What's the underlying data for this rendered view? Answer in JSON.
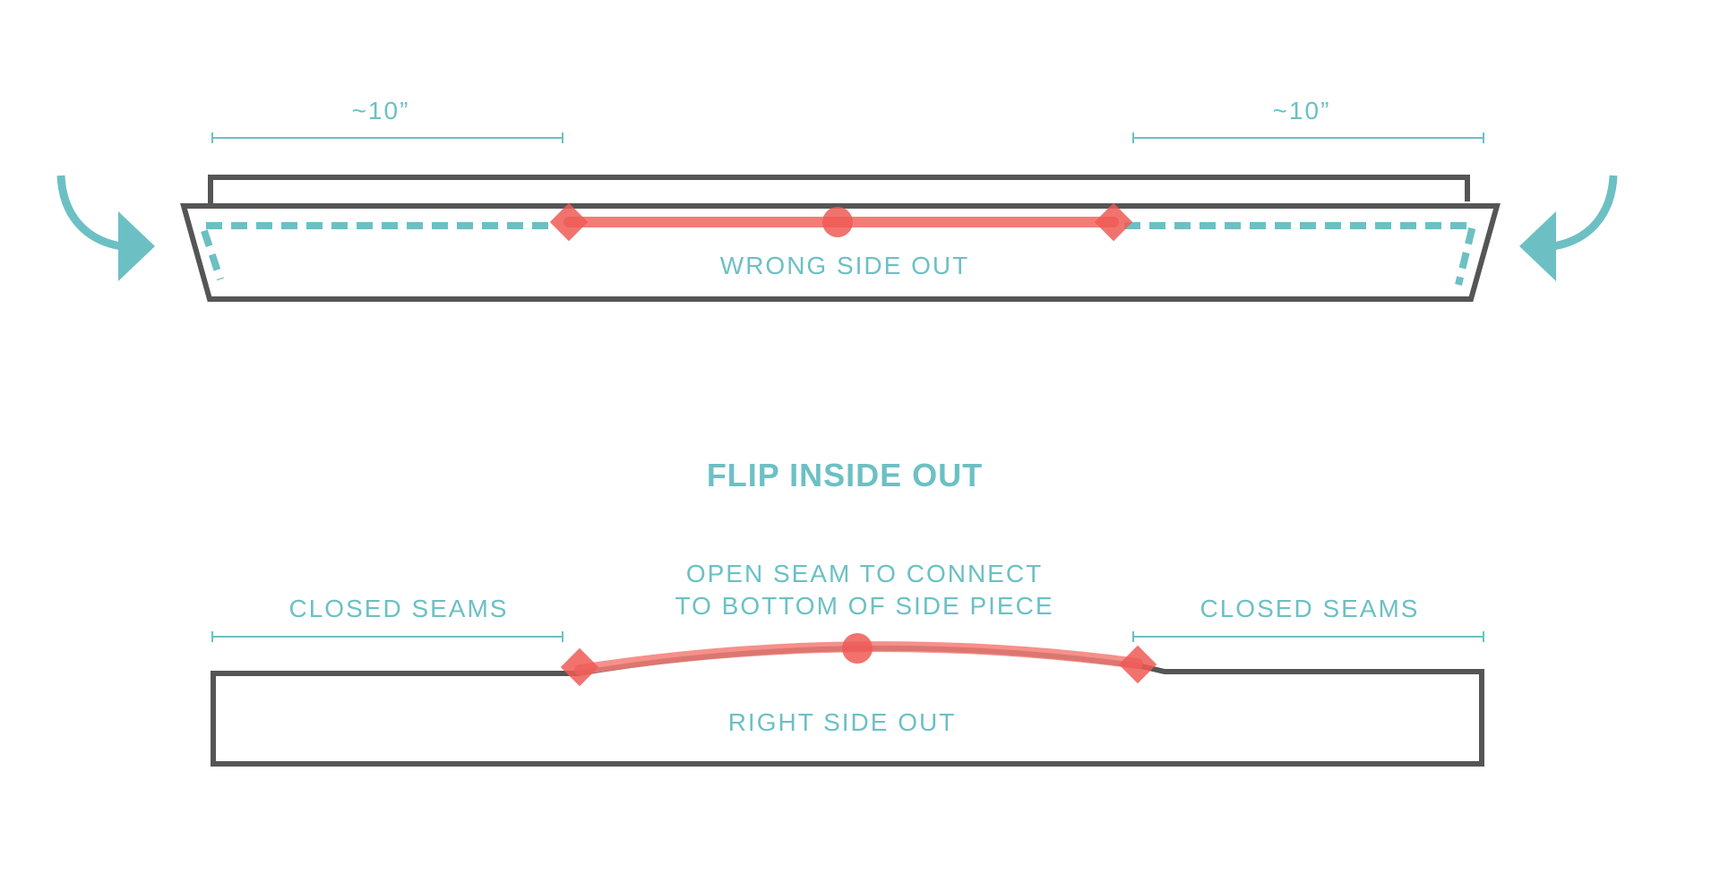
{
  "colors": {
    "outline": "#555555",
    "teal": "#6cc0c4",
    "red": "#f47c77",
    "red_dark": "#ef5a55",
    "background": "#ffffff"
  },
  "top": {
    "measure_left": "~10”",
    "measure_right": "~10”",
    "label": "WRONG SIDE OUT",
    "arrows": [
      "curved-arrow-left-icon",
      "curved-arrow-right-icon"
    ]
  },
  "middle": {
    "instruction": "FLIP INSIDE OUT"
  },
  "bottom": {
    "closed_left": "CLOSED SEAMS",
    "closed_right": "CLOSED SEAMS",
    "open_seam_line1": "OPEN SEAM TO CONNECT",
    "open_seam_line2": "TO BOTTOM OF SIDE PIECE",
    "label": "RIGHT SIDE OUT"
  }
}
